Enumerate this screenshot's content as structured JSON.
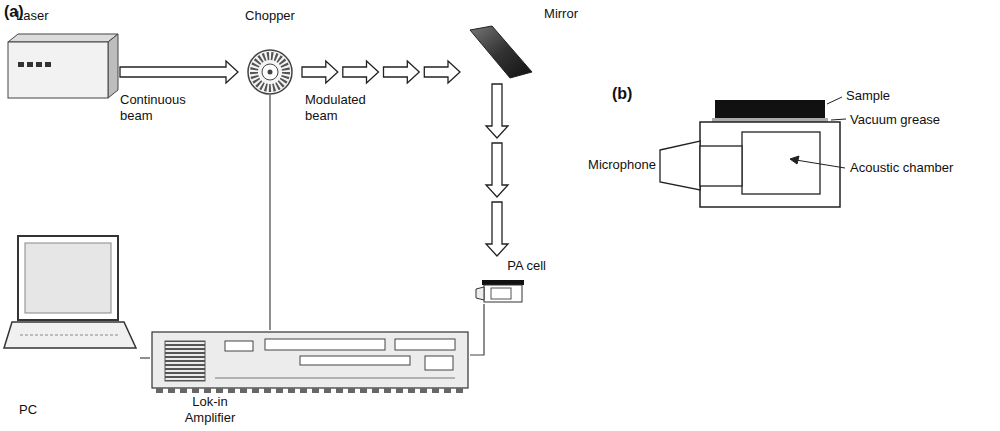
{
  "diagram": {
    "nodes": [
      {
        "text": [
          "Laser"
        ]
      },
      {
        "text": [
          "Chopper"
        ]
      },
      {
        "text": [
          "Mirror"
        ]
      },
      {
        "text": [
          "PA cell"
        ]
      },
      {
        "text": [
          "Lok-in Amplifier"
        ]
      },
      {
        "text": [
          "PC"
        ]
      }
    ],
    "edges": [
      {
        "from": 0,
        "to": 1,
        "arrow": "to"
      },
      {
        "from": 1,
        "to": 2,
        "arrow": "to"
      },
      {
        "from": 2,
        "to": 3,
        "arrow": "to"
      },
      {
        "from": 1,
        "to": 4,
        "arrow": "none"
      },
      {
        "from": 3,
        "to": 4,
        "arrow": "none"
      },
      {
        "from": 5,
        "to": 4,
        "arrow": "none"
      }
    ],
    "labels": [
      "(a)",
      "Continuous beam",
      "Modulated beam",
      "(b)",
      "Sample",
      "Vacuum grease",
      "Microphone",
      "Acoustic chamber"
    ]
  }
}
